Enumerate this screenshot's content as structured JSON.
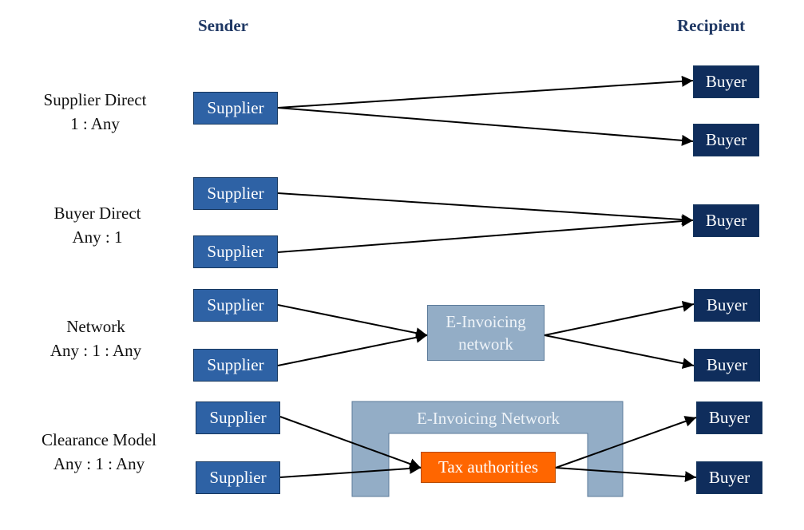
{
  "headers": {
    "sender": "Sender",
    "recipient": "Recipient"
  },
  "models": [
    {
      "name": "Supplier Direct",
      "ratio": "1 : Any"
    },
    {
      "name": "Buyer Direct",
      "ratio": "Any : 1"
    },
    {
      "name": "Network",
      "ratio": "Any : 1 : Any"
    },
    {
      "name": "Clearance Model",
      "ratio": "Any : 1 : Any"
    }
  ],
  "nodes": {
    "supplier": "Supplier",
    "buyer": "Buyer",
    "einvoicing_network_line1": "E-Invoicing",
    "einvoicing_network_line2": "network",
    "einvoicing_network_clearance": "E-Invoicing  Network",
    "tax_authorities": "Tax authorities"
  },
  "colors": {
    "supplier": "#2e62a5",
    "buyer": "#0f2d5c",
    "einvoicing_network": "#93adc6",
    "tax_authorities": "#ff6600",
    "header_text": "#1f3864"
  }
}
